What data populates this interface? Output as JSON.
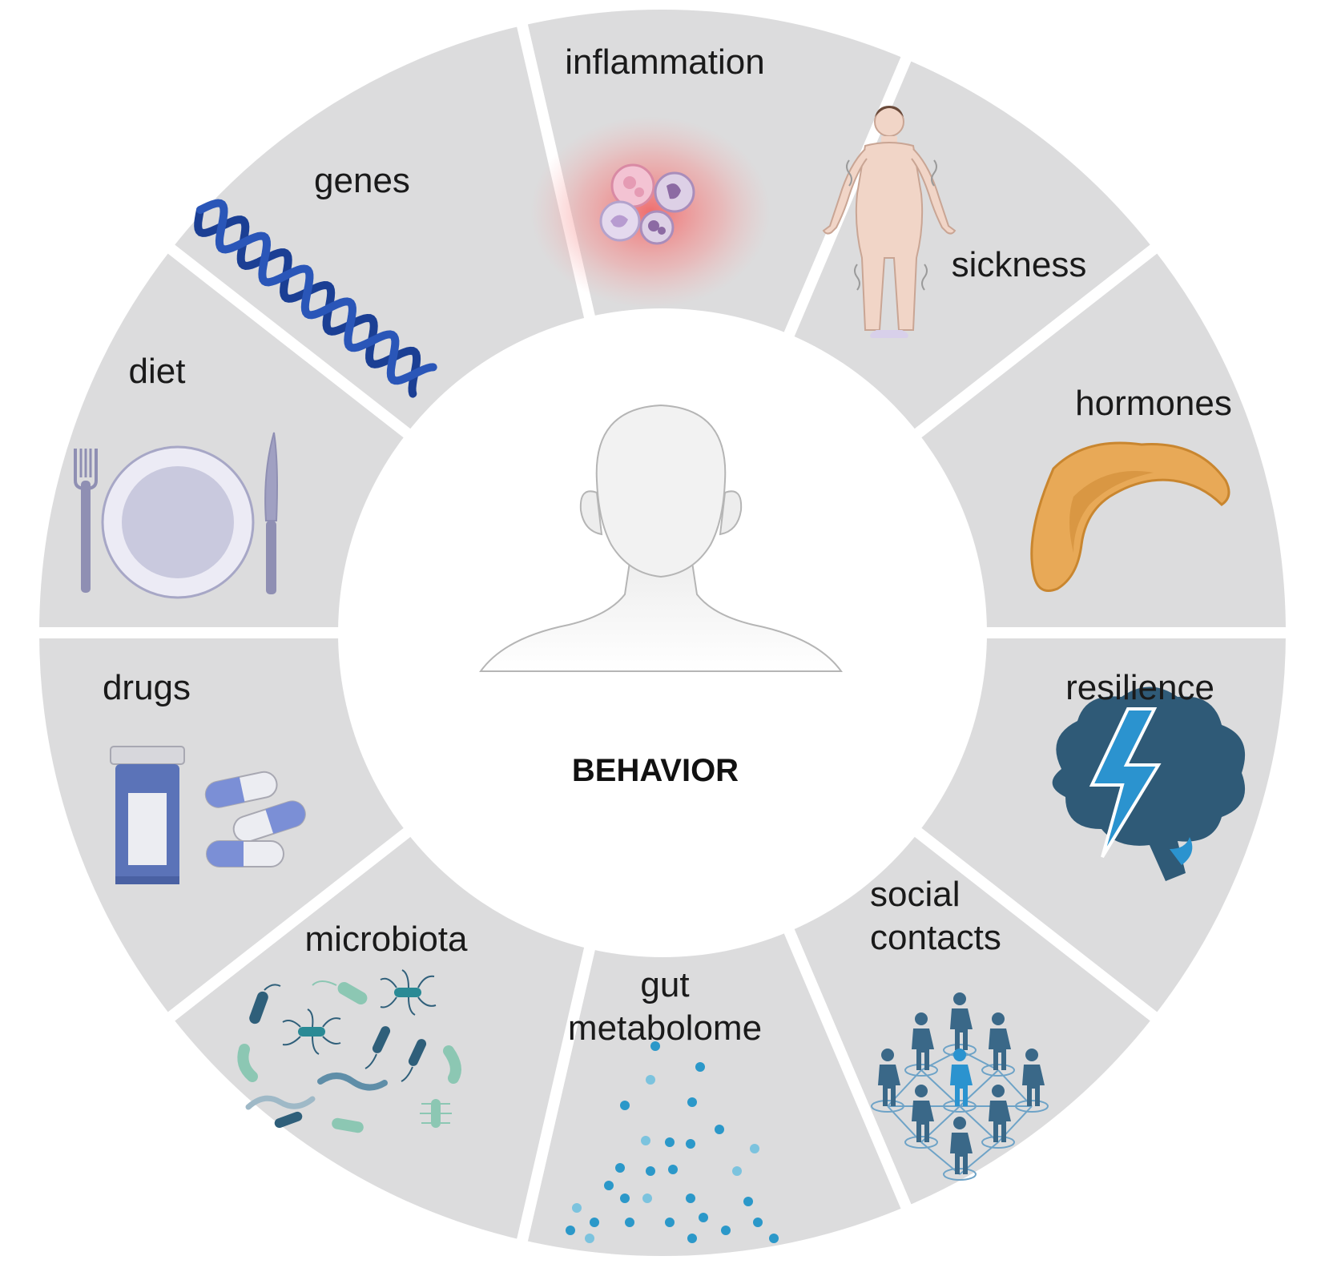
{
  "center": {
    "label": "BEHAVIOR",
    "icon": "human-head-icon"
  },
  "colors": {
    "segment_fill": "#dcdcdd",
    "gap": "#ffffff",
    "center_fill": "#ffffff",
    "dna": "#1b3f94",
    "cutlery": "#8f8fb3",
    "plate": "#c9c9de",
    "bottle": "#5b73b8",
    "capsule": "#7b8fd6",
    "microbe": "#3f7f8a",
    "metabolite": "#2b98c9",
    "inflammation_glow": "#f06b6b",
    "body": "#f1d5c7",
    "pancreas": "#e3a552",
    "brain": "#2f5a77",
    "lightning": "#2b93cf",
    "person": "#3a6888"
  },
  "segments": [
    {
      "label_lines": [
        "inflammation"
      ],
      "icon": "immune-cells-icon"
    },
    {
      "label_lines": [
        "sickness"
      ],
      "icon": "human-body-icon"
    },
    {
      "label_lines": [
        "hormones"
      ],
      "icon": "pancreas-icon"
    },
    {
      "label_lines": [
        "resilience"
      ],
      "icon": "brain-lightning-icon"
    },
    {
      "label_lines": [
        "social",
        "contacts"
      ],
      "icon": "people-network-icon"
    },
    {
      "label_lines": [
        "gut",
        "metabolome"
      ],
      "icon": "metabolite-dots-icon"
    },
    {
      "label_lines": [
        "microbiota"
      ],
      "icon": "bacteria-icon"
    },
    {
      "label_lines": [
        "drugs"
      ],
      "icon": "pill-bottle-icon"
    },
    {
      "label_lines": [
        "diet"
      ],
      "icon": "plate-cutlery-icon"
    },
    {
      "label_lines": [
        "genes"
      ],
      "icon": "dna-helix-icon"
    }
  ]
}
